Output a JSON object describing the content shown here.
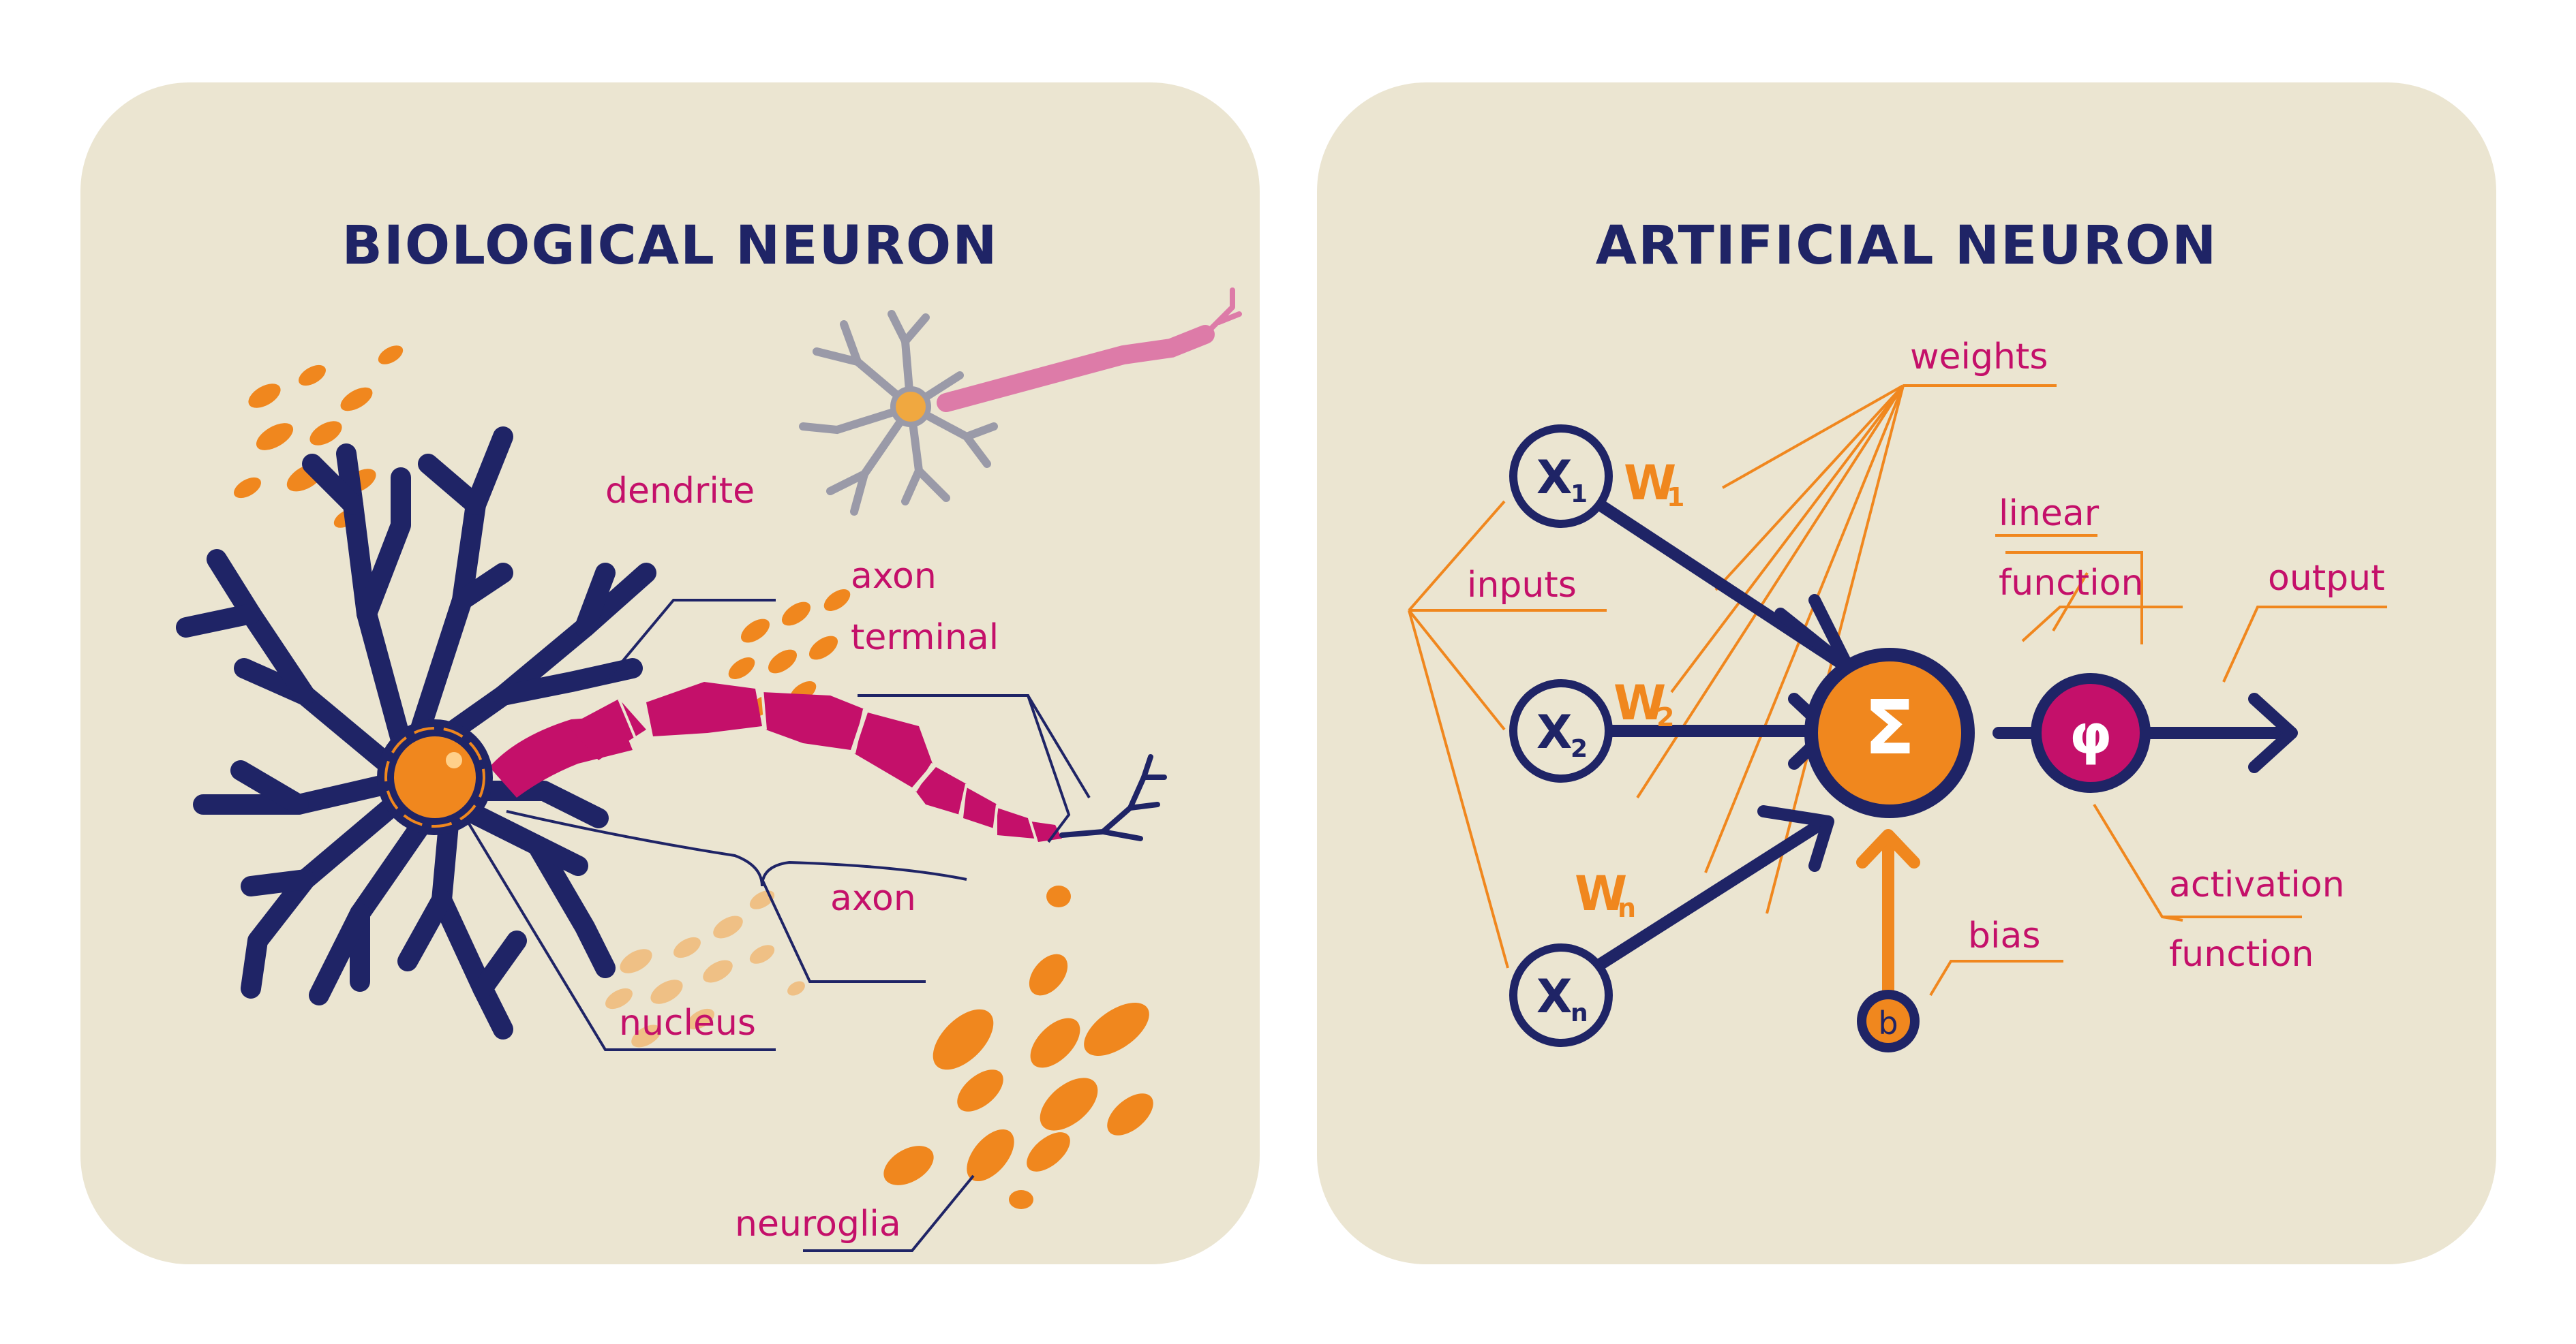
{
  "biological": {
    "title": "BIOLOGICAL NEURON",
    "labels": {
      "dendrite": "dendrite",
      "axon_terminal_1": "axon",
      "axon_terminal_2": "terminal",
      "axon": "axon",
      "nucleus": "nucleus",
      "neuroglia": "neuroglia"
    }
  },
  "artificial": {
    "title": "ARTIFICIAL NEURON",
    "labels": {
      "weights": "weights",
      "inputs": "inputs",
      "linear_1": "linear",
      "linear_2": "function",
      "output": "output",
      "activation_1": "activation",
      "activation_2": "function",
      "bias": "bias"
    },
    "nodes": {
      "x1_main": "X",
      "x1_sub": "1",
      "x2_main": "X",
      "x2_sub": "2",
      "xn_main": "X",
      "xn_sub": "n",
      "sum": "Σ",
      "phi": "φ",
      "b": "b"
    },
    "weights": {
      "w1_main": "W",
      "w1_sub": "1",
      "w2_main": "W",
      "w2_sub": "2",
      "wn_main": "W",
      "wn_sub": "n"
    }
  },
  "colors": {
    "panel": "#ebe5d1",
    "navy": "#1f2466",
    "orange": "#f0871e",
    "magenta": "#c4106a",
    "pink": "#dd7ba8",
    "gray": "#9a9aa8"
  }
}
